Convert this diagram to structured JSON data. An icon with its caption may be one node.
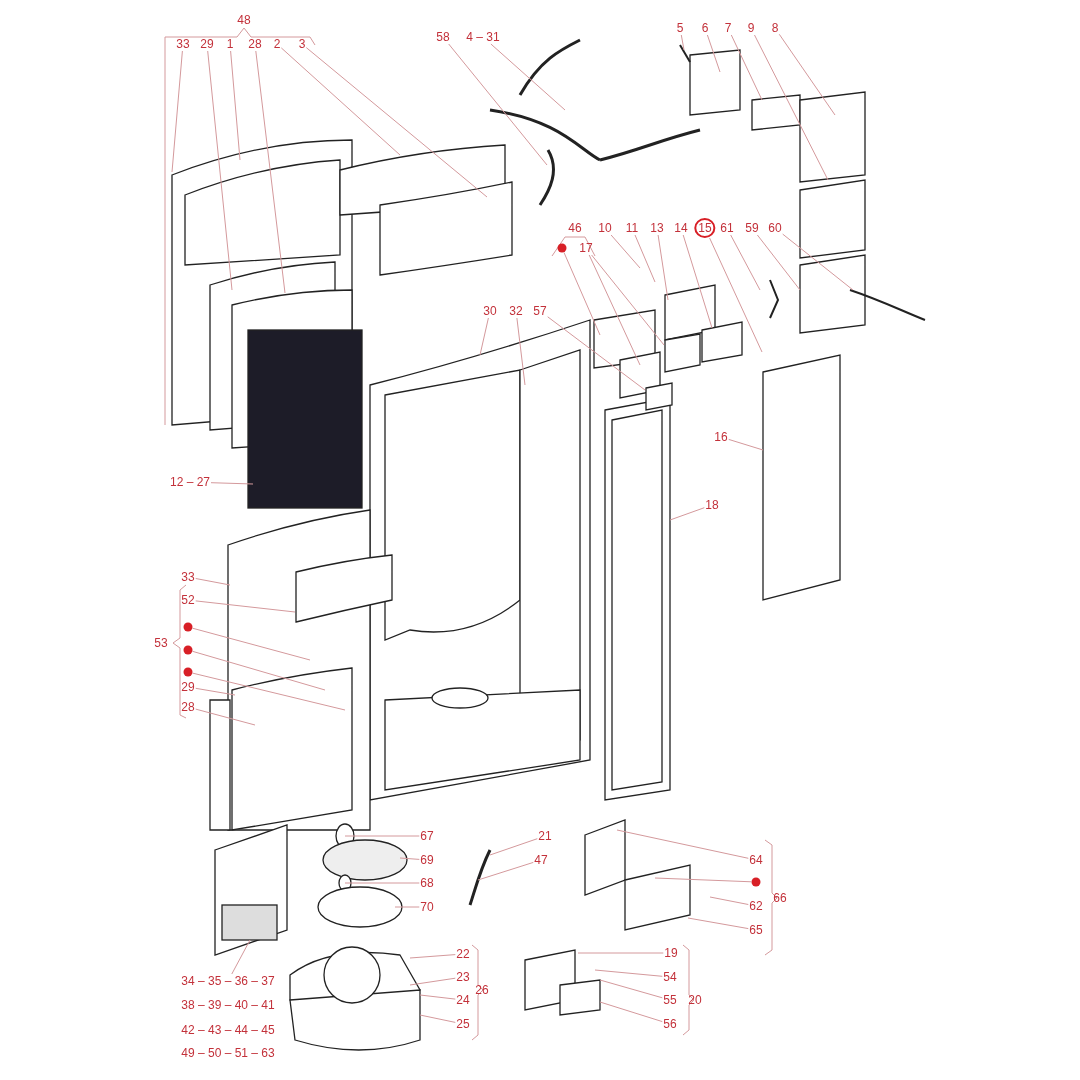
{
  "diagram": {
    "nodes": [
      {
        "text": [
          "33"
        ]
      },
      {
        "text": [
          "29"
        ]
      },
      {
        "text": [
          "1"
        ]
      },
      {
        "text": [
          "28"
        ]
      },
      {
        "text": [
          "2"
        ]
      },
      {
        "text": [
          "3"
        ]
      },
      {
        "text": [
          "58"
        ]
      },
      {
        "text": [
          "4 – 31"
        ]
      },
      {
        "text": [
          "5"
        ]
      },
      {
        "text": [
          "6"
        ]
      },
      {
        "text": [
          "7"
        ]
      },
      {
        "text": [
          "9"
        ]
      },
      {
        "text": [
          "8"
        ]
      },
      {
        "text": [
          "10"
        ]
      },
      {
        "text": [
          "11"
        ]
      },
      {
        "text": [
          "13"
        ]
      },
      {
        "text": [
          "14"
        ]
      },
      {
        "text": [
          "15"
        ]
      },
      {
        "text": [
          "61"
        ]
      },
      {
        "text": [
          "59"
        ]
      },
      {
        "text": [
          "60"
        ]
      },
      {
        "text": [],
        "shape": "circle"
      },
      {
        "text": [
          "17"
        ]
      },
      {
        "text": [
          "30"
        ]
      },
      {
        "text": [
          "32"
        ]
      },
      {
        "text": [
          "57"
        ]
      },
      {
        "text": [
          "16"
        ]
      },
      {
        "text": [
          "12 – 27"
        ]
      },
      {
        "text": [
          "18"
        ]
      },
      {
        "text": [
          "33"
        ]
      },
      {
        "text": [
          "52"
        ]
      },
      {
        "text": [],
        "shape": "circle"
      },
      {
        "text": [],
        "shape": "circle"
      },
      {
        "text": [],
        "shape": "circle"
      },
      {
        "text": [
          "29"
        ]
      },
      {
        "text": [
          "28"
        ]
      },
      {
        "text": [
          "67"
        ]
      },
      {
        "text": [
          "21"
        ]
      },
      {
        "text": [
          "69"
        ]
      },
      {
        "text": [
          "47"
        ]
      },
      {
        "text": [
          "64"
        ]
      },
      {
        "text": [
          "68"
        ]
      },
      {
        "text": [],
        "shape": "circle"
      },
      {
        "text": [
          "62"
        ]
      },
      {
        "text": [
          "70"
        ]
      },
      {
        "text": [
          "65"
        ]
      },
      {
        "text": [
          "22"
        ]
      },
      {
        "text": [
          "19"
        ]
      },
      {
        "text": [
          "23"
        ]
      },
      {
        "text": [
          "54"
        ]
      },
      {
        "text": [
          "34 – 35 – 36 – 37"
        ]
      },
      {
        "text": [
          "24"
        ]
      },
      {
        "text": [
          "55"
        ]
      },
      {
        "text": [
          "25"
        ]
      },
      {
        "text": [
          "56"
        ]
      }
    ],
    "edges": [
      {
        "from": 0,
        "to": null,
        "arrow": "none"
      },
      {
        "from": 1,
        "to": null,
        "arrow": "none"
      },
      {
        "from": 2,
        "to": null,
        "arrow": "none"
      },
      {
        "from": 3,
        "to": null,
        "arrow": "none"
      },
      {
        "from": 4,
        "to": null,
        "arrow": "none"
      },
      {
        "from": 5,
        "to": null,
        "arrow": "none"
      },
      {
        "from": 6,
        "to": null,
        "arrow": "none"
      },
      {
        "from": 7,
        "to": null,
        "arrow": "none"
      },
      {
        "from": 8,
        "to": null,
        "arrow": "none"
      },
      {
        "from": 9,
        "to": null,
        "arrow": "none"
      },
      {
        "from": 10,
        "to": null,
        "arrow": "none"
      },
      {
        "from": 11,
        "to": null,
        "arrow": "none"
      },
      {
        "from": 12,
        "to": null,
        "arrow": "none"
      },
      {
        "from": 13,
        "to": null,
        "arrow": "none"
      },
      {
        "from": 14,
        "to": null,
        "arrow": "none"
      },
      {
        "from": 15,
        "to": null,
        "arrow": "none"
      },
      {
        "from": 16,
        "to": null,
        "arrow": "none"
      },
      {
        "from": 17,
        "to": null,
        "arrow": "none"
      },
      {
        "from": 18,
        "to": null,
        "arrow": "none"
      },
      {
        "from": 19,
        "to": null,
        "arrow": "none"
      },
      {
        "from": 20,
        "to": null,
        "arrow": "none"
      },
      {
        "from": 21,
        "to": null,
        "arrow": "none"
      },
      {
        "from": 22,
        "to": null,
        "arrow": "none"
      },
      {
        "from": 22,
        "to": null,
        "arrow": "none"
      },
      {
        "from": 23,
        "to": null,
        "arrow": "none"
      },
      {
        "from": 24,
        "to": null,
        "arrow": "none"
      },
      {
        "from": 25,
        "to": null,
        "arrow": "none"
      },
      {
        "from": 26,
        "to": null,
        "arrow": "none"
      },
      {
        "from": 27,
        "to": null,
        "arrow": "none"
      },
      {
        "from": 28,
        "to": null,
        "arrow": "none"
      },
      {
        "from": 29,
        "to": null,
        "arrow": "none"
      },
      {
        "from": 30,
        "to": null,
        "arrow": "none"
      },
      {
        "from": 31,
        "to": null,
        "arrow": "none"
      },
      {
        "from": 32,
        "to": null,
        "arrow": "none"
      },
      {
        "from": 33,
        "to": null,
        "arrow": "none"
      },
      {
        "from": 34,
        "to": null,
        "arrow": "none"
      },
      {
        "from": 35,
        "to": null,
        "arrow": "none"
      },
      {
        "from": 36,
        "to": null,
        "arrow": "none"
      },
      {
        "from": 37,
        "to": null,
        "arrow": "none"
      },
      {
        "from": 38,
        "to": null,
        "arrow": "none"
      },
      {
        "from": 39,
        "to": null,
        "arrow": "none"
      },
      {
        "from": 40,
        "to": null,
        "arrow": "none"
      },
      {
        "from": 41,
        "to": null,
        "arrow": "none"
      },
      {
        "from": 42,
        "to": null,
        "arrow": "none"
      },
      {
        "from": 43,
        "to": null,
        "arrow": "none"
      },
      {
        "from": 44,
        "to": null,
        "arrow": "none"
      },
      {
        "from": 45,
        "to": null,
        "arrow": "none"
      },
      {
        "from": 46,
        "to": null,
        "arrow": "none"
      },
      {
        "from": 47,
        "to": null,
        "arrow": "none"
      },
      {
        "from": 48,
        "to": null,
        "arrow": "none"
      },
      {
        "from": 49,
        "to": null,
        "arrow": "none"
      },
      {
        "from": 50,
        "to": null,
        "arrow": "none"
      },
      {
        "from": 51,
        "to": null,
        "arrow": "none"
      },
      {
        "from": 52,
        "to": null,
        "arrow": "none"
      },
      {
        "from": 53,
        "to": null,
        "arrow": "none"
      },
      {
        "from": 54,
        "to": null,
        "arrow": "none"
      }
    ],
    "labels": [
      "48",
      "46",
      "53",
      "66",
      "26",
      "20",
      "38 – 39 – 40 – 41",
      "42 – 43 – 44 – 45",
      "49 – 50 – 51 – 63"
    ]
  }
}
